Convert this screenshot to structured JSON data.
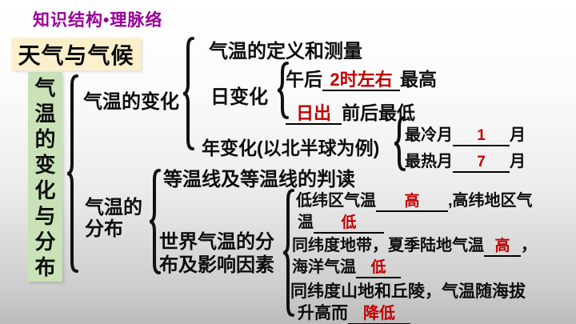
{
  "page": {
    "header": "知识结构•理脉络",
    "topic": "天气与气候",
    "root": "气温的变化与分布"
  },
  "change": {
    "label": "气温的变化",
    "definition": "气温的定义和测量",
    "daily": {
      "label": "日变化",
      "row1": {
        "pre": "午后",
        "blank": "2时左右",
        "post": "最高"
      },
      "row2": {
        "pre": "",
        "blank": "日出",
        "post": "前后最低"
      }
    },
    "annual": {
      "label": "年变化(以北半球为例)",
      "row1": {
        "pre": "最冷月",
        "blank": "1",
        "post": "月"
      },
      "row2": {
        "pre": "最热月",
        "blank": "7",
        "post": "月"
      }
    }
  },
  "distribution": {
    "label": "气温的分布",
    "isoline": "等温线及等温线的判读",
    "world": {
      "label": "世界气温的分布及影响因素",
      "latitude": {
        "l1pre": "低纬区气温",
        "l1blank": "高",
        "l1post": ",高纬地区气",
        "l2pre": "温",
        "l2blank": "低"
      },
      "landsea": {
        "l1pre": "同纬度地带，夏季陆地气温",
        "l1blank": "高",
        "l1post": "，",
        "l2pre": "海洋气温",
        "l2blank": "低"
      },
      "altitude": {
        "l1": "同纬度山地和丘陵，气温随海拔",
        "l2pre": "升高而",
        "l2blank": "降低"
      }
    }
  },
  "colors": {
    "accent_purple": "#990099",
    "fill_red": "#c00000",
    "topic_bg": "#fcf0cc",
    "root_bg": "#c9e2b7",
    "line_black": "#111111"
  }
}
